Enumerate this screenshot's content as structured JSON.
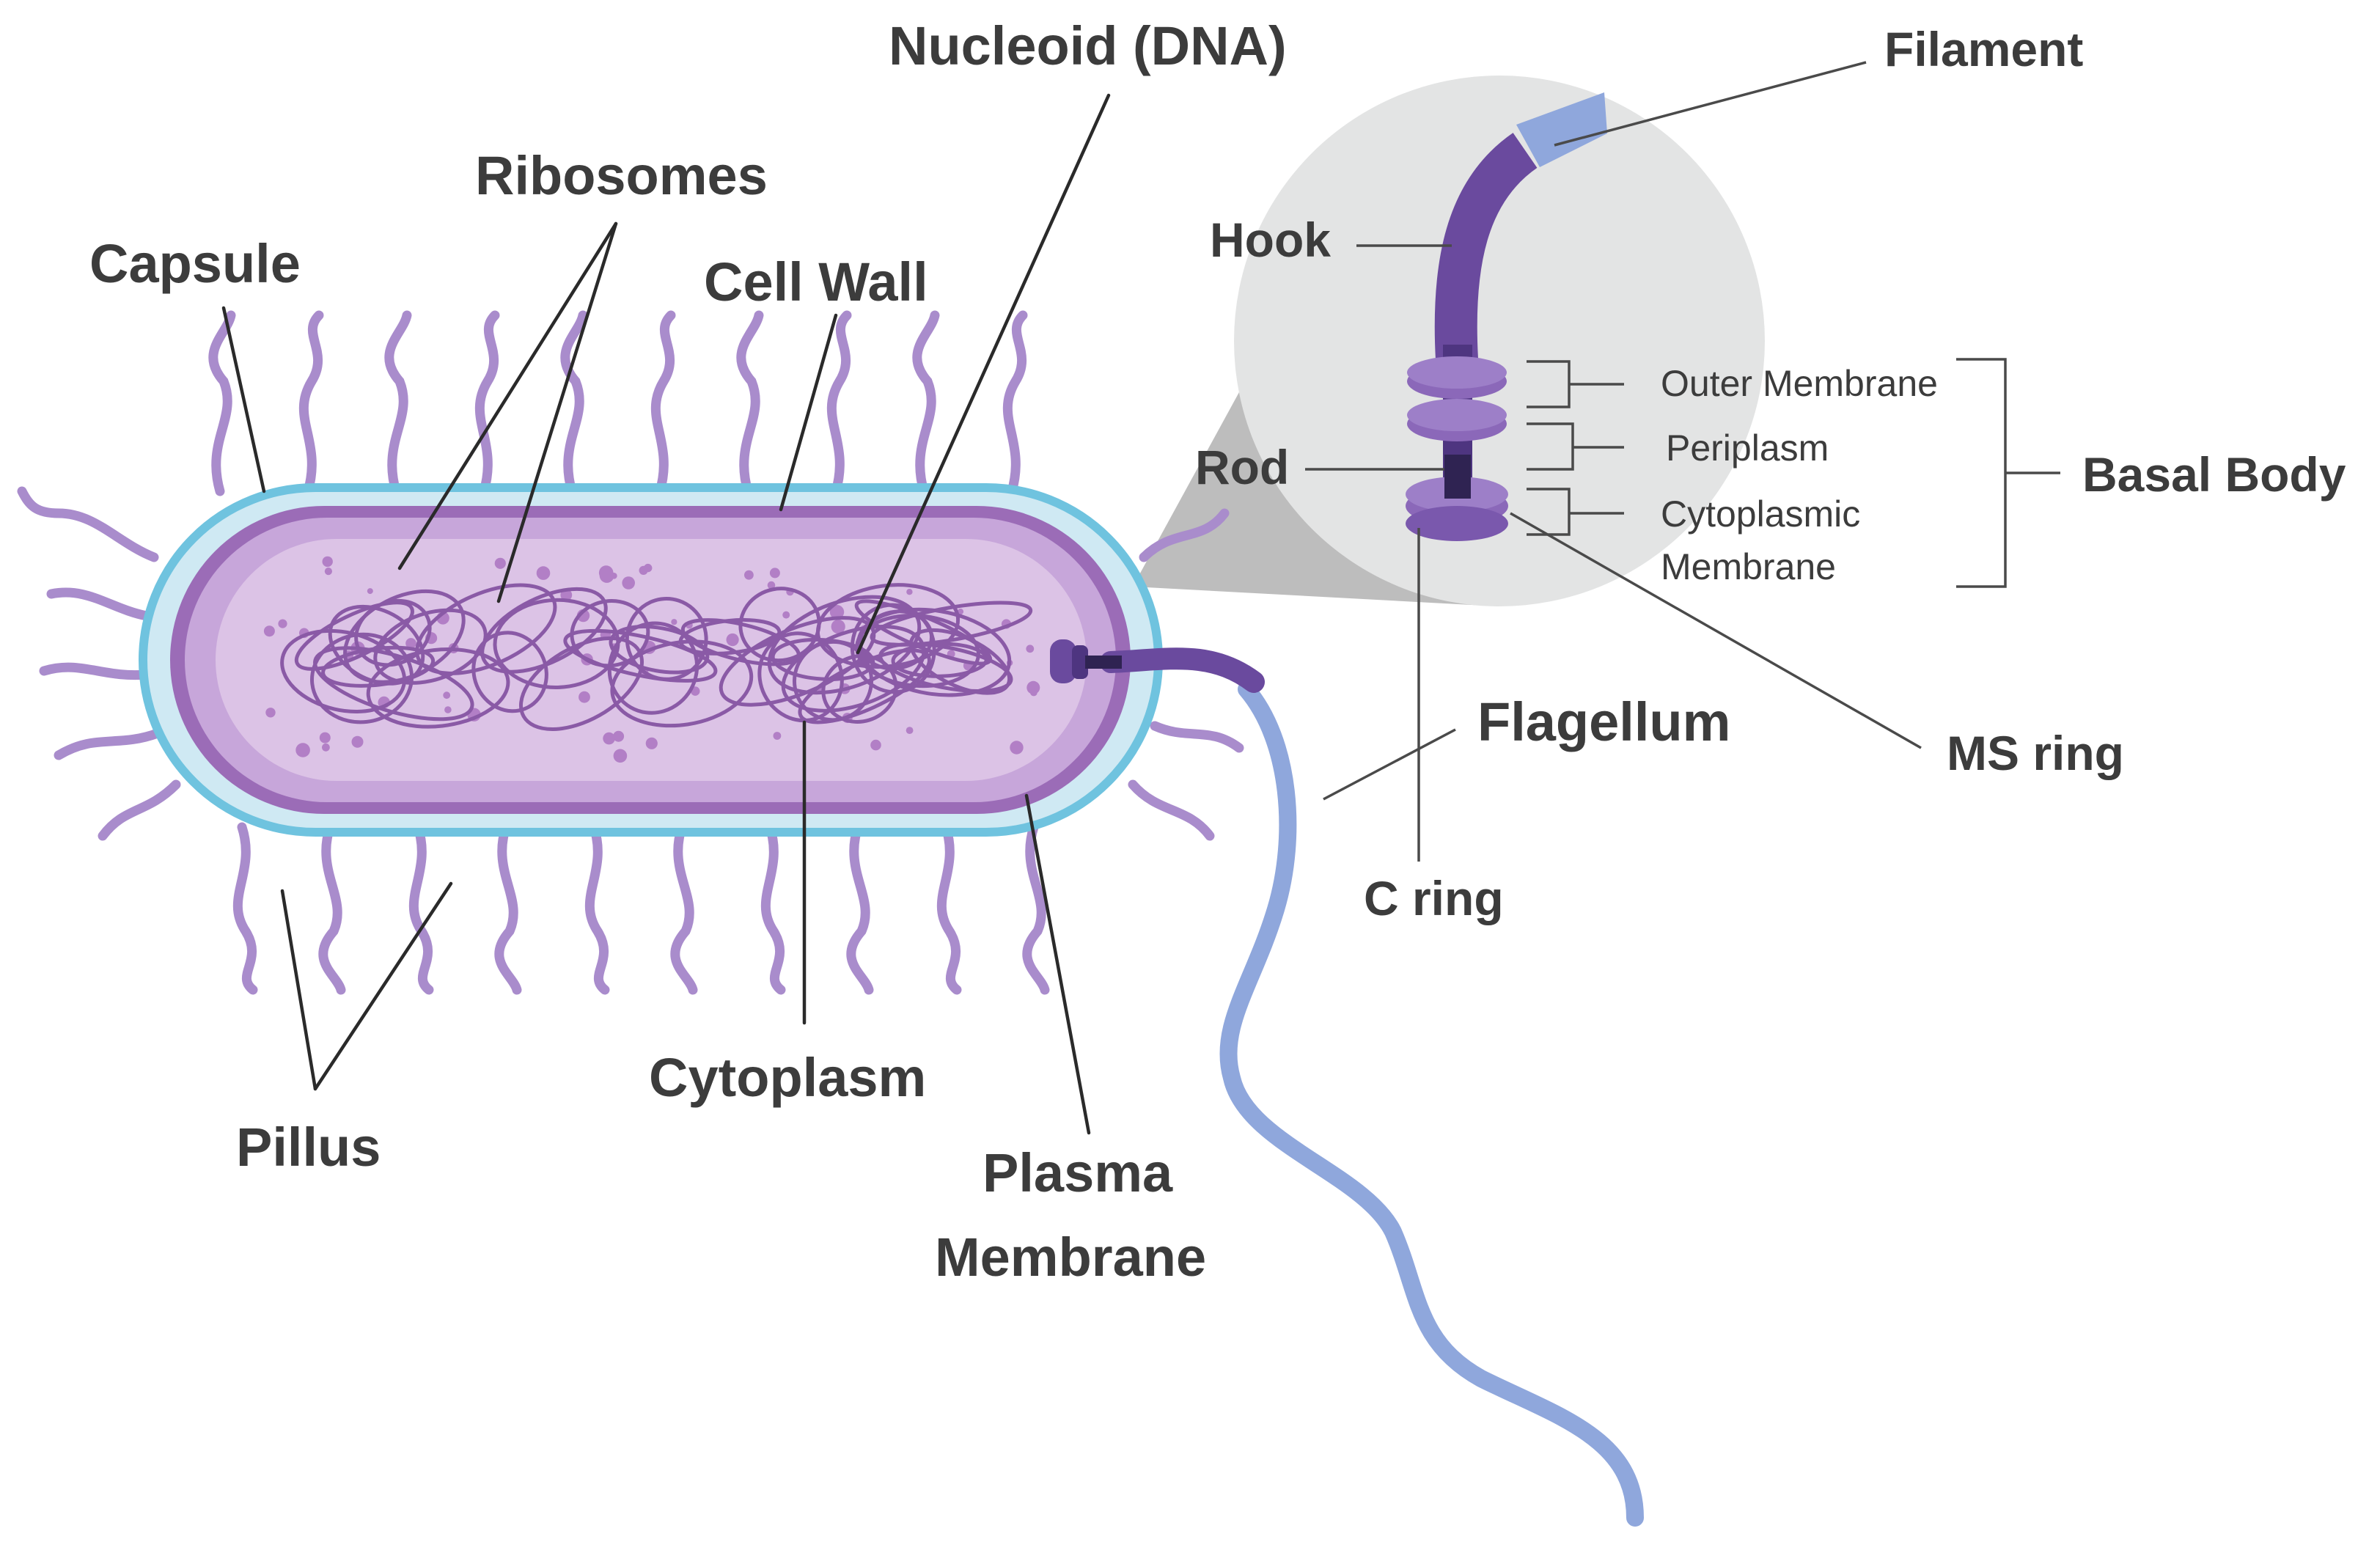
{
  "labels": {
    "nucleoid": "Nucleoid (DNA)",
    "ribosomes": "Ribosomes",
    "capsule": "Capsule",
    "cell_wall": "Cell Wall",
    "pillus": "Pillus",
    "cytoplasm": "Cytoplasm",
    "plasma_membrane_line1": "Plasma",
    "plasma_membrane_line2": "Membrane",
    "flagellum": "Flagellum",
    "c_ring": "C ring",
    "ms_ring": "MS ring",
    "filament": "Filament",
    "hook": "Hook",
    "rod": "Rod",
    "basal_body": "Basal Body",
    "outer_membrane": "Outer Membrane",
    "periplasm": "Periplasm",
    "cytoplasmic_membrane_line1": "Cytoplasmic",
    "cytoplasmic_membrane_line2": "Membrane"
  },
  "colors": {
    "capsule": "#6fc3df",
    "capsule_fill": "#cfe9f3",
    "cell_wall": "#9b6cb7",
    "membrane": "#c7a6da",
    "cytoplasm": "#dcc3e6",
    "dna": "#8a5aa6",
    "pili": "#a98ccc",
    "flagellum": "#8fa7dc",
    "motor": "#6a4a9e",
    "zoom_bg": "#e3e4e4",
    "label_text": "#3c3c3c"
  }
}
